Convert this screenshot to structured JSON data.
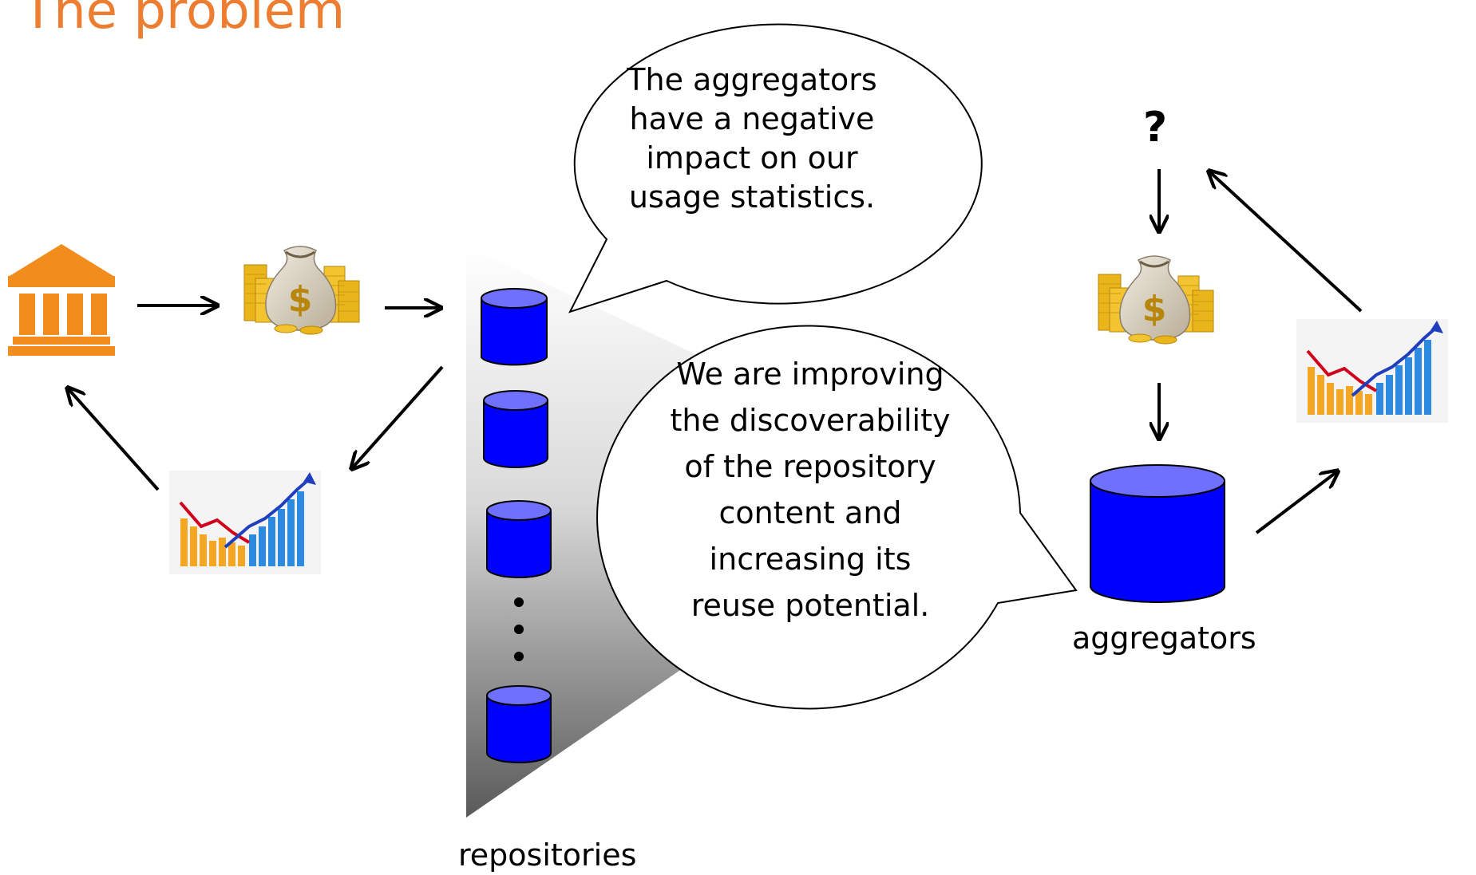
{
  "title": "The problem",
  "labels": {
    "repositories": "repositories",
    "aggregators": "aggregators",
    "unknown": "?"
  },
  "bubbles": {
    "aggregators_quote": "The aggregators have a negative impact on our usage statistics.",
    "repository_quote": "We are improving the discoverability of the repository content and increasing its reuse potential."
  },
  "icons": [
    "institution-icon",
    "money-bag-icon",
    "growth-chart-icon",
    "database-icon",
    "arrow-icon"
  ],
  "colors": {
    "title": "#ED7D31",
    "institution": "#F28C1C",
    "database_fill": "#0000FF",
    "database_top": "#7070FF"
  }
}
